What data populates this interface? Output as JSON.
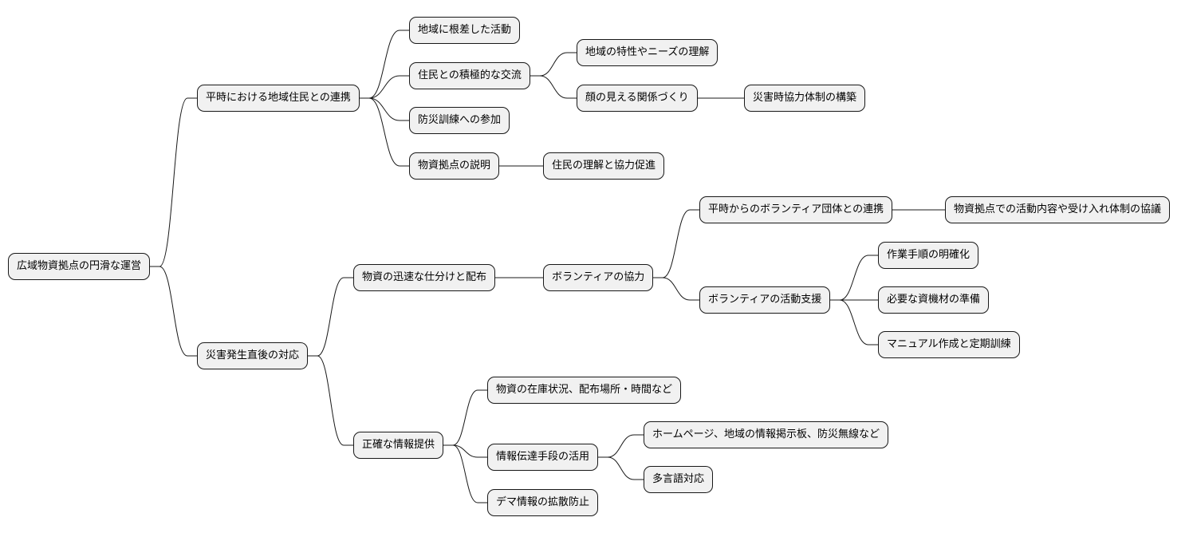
{
  "colors": {
    "node_fill": "#f1f1f1",
    "node_border": "#181818",
    "text": "#000000",
    "edge": "#181818"
  },
  "mindmap": {
    "root": "広域物資拠点の円滑な運営",
    "peacetime": {
      "label": "平時における地域住民との連携",
      "rooted_activities": "地域に根差した活動",
      "exchange": {
        "label": "住民との積極的な交流",
        "understand_region": "地域の特性やニーズの理解",
        "relationships": "顔の見える関係づくり",
        "cooperation_system": "災害時協力体制の構築"
      },
      "drills": "防災訓練への参加",
      "explain_base": "物資拠点の説明",
      "resident_understanding": "住民の理解と協力促進"
    },
    "disaster": {
      "label": "災害発生直後の対応",
      "distribution": {
        "label": "物資の迅速な仕分けと配布",
        "volunteer_coop": "ボランティアの協力",
        "volunteer_groups": "平時からのボランティア団体との連携",
        "consultation": "物資拠点での活動内容や受け入れ体制の協議",
        "volunteer_support": "ボランティアの活動支援",
        "procedures": "作業手順の明確化",
        "equipment": "必要な資機材の準備",
        "manual": "マニュアル作成と定期訓練"
      },
      "information": {
        "label": "正確な情報提供",
        "inventory": "物資の在庫状況、配布場所・時間など",
        "channels": "情報伝達手段の活用",
        "media": "ホームページ、地域の情報掲示板、防災無線など",
        "multilingual": "多言語対応",
        "misinformation": "デマ情報の拡散防止"
      }
    }
  }
}
